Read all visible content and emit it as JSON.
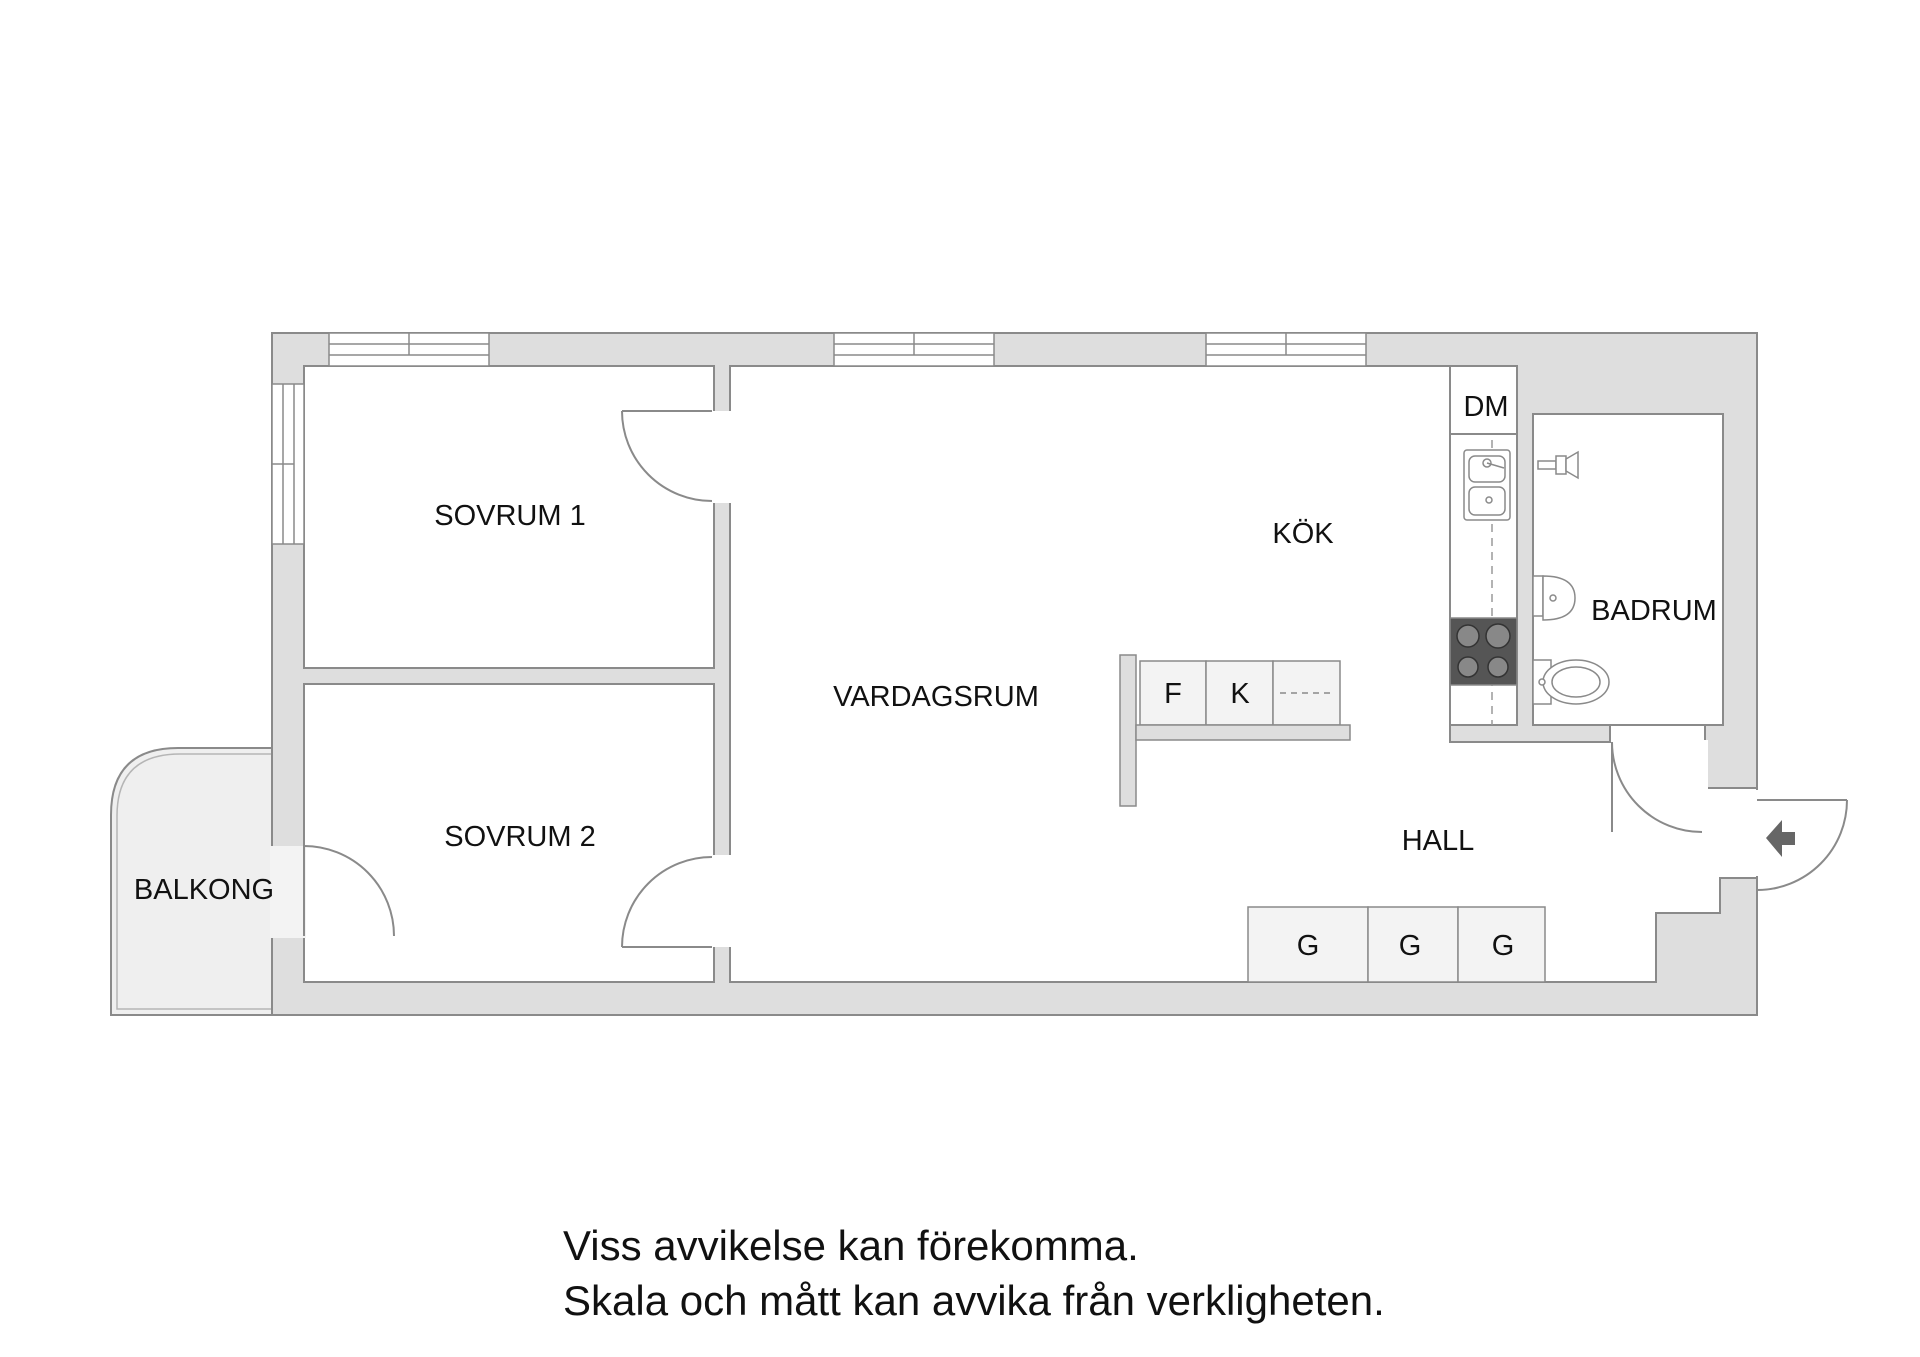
{
  "rooms": {
    "sovrum1": "SOVRUM 1",
    "sovrum2": "SOVRUM 2",
    "vardagsrum": "VARDAGSRUM",
    "kok": "KÖK",
    "badrum": "BADRUM",
    "hall": "HALL",
    "balkong": "BALKONG"
  },
  "fixtures": {
    "dishwasher": "DM",
    "freezer": "F",
    "fridge": "K",
    "wardrobes": [
      "G",
      "G",
      "G"
    ]
  },
  "disclaimer": {
    "line1": "Viss avvikelse kan förekomma.",
    "line2": "Skala och mått kan avvika från verkligheten."
  },
  "colors": {
    "wall": "#dedede",
    "outline": "#8a8a8a",
    "balcony": "#efefef",
    "floor": "#ffffff",
    "stove": "#555555"
  },
  "icons": [
    "entrance-arrow-icon",
    "sink-icon",
    "stove-icon",
    "toilet-icon",
    "washbasin-icon",
    "faucet-icon"
  ]
}
